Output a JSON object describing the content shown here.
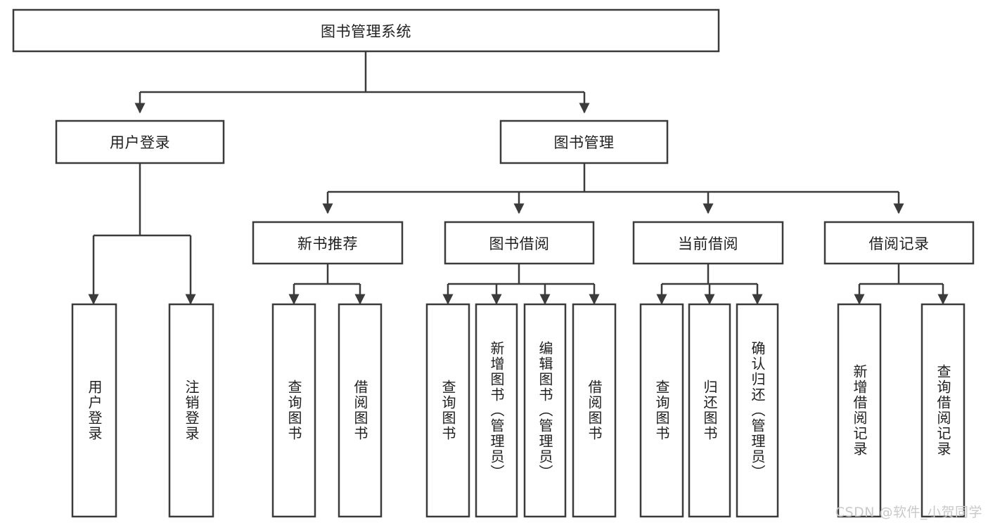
{
  "diagram": {
    "type": "hierarchy-tree",
    "title": "图书管理系统",
    "watermark": "CSDN @软件_小贺同学",
    "colors": {
      "box_stroke": "#3b3b3b",
      "box_fill": "#ffffff",
      "connector": "#3b3b3b",
      "text": "#1f1f1f",
      "watermark": "#c9c9c9",
      "background": "#ffffff"
    },
    "levels": {
      "root": {
        "label": "图书管理系统"
      },
      "level2": [
        {
          "label": "用户登录"
        },
        {
          "label": "图书管理"
        }
      ],
      "level3": [
        {
          "label": "新书推荐"
        },
        {
          "label": "图书借阅"
        },
        {
          "label": "当前借阅"
        },
        {
          "label": "借阅记录"
        }
      ],
      "leaves": {
        "user_login": [
          {
            "label": "用户登录"
          },
          {
            "label": "注销登录"
          }
        ],
        "new_book_recommend": [
          {
            "label": "查询图书"
          },
          {
            "label": "借阅图书"
          }
        ],
        "book_borrow": [
          {
            "label": "查询图书"
          },
          {
            "label": "新增图书（管理员）"
          },
          {
            "label": "编辑图书（管理员）"
          },
          {
            "label": "借阅图书"
          }
        ],
        "current_borrow": [
          {
            "label": "查询图书"
          },
          {
            "label": "归还图书"
          },
          {
            "label": "确认归还（管理员）"
          }
        ],
        "borrow_record": [
          {
            "label": "新增借阅记录"
          },
          {
            "label": "查询借阅记录"
          }
        ]
      }
    }
  }
}
